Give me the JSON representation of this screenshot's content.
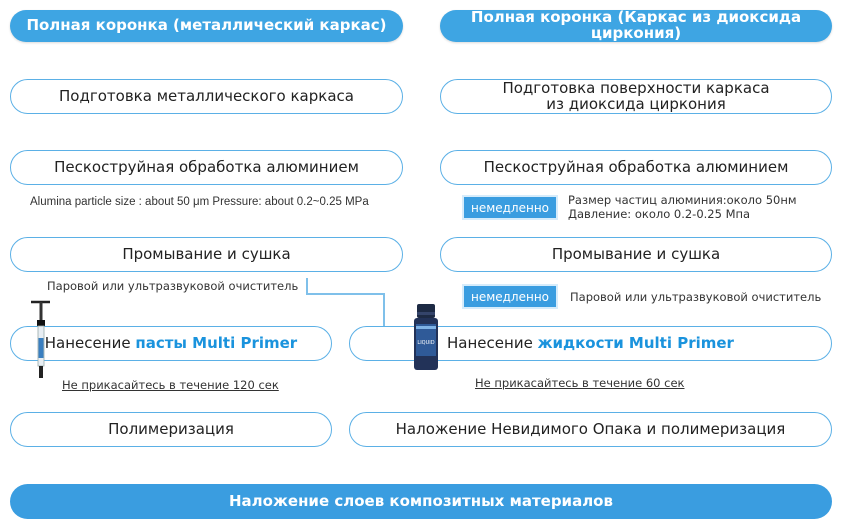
{
  "left": {
    "header": "Полная коронка (металлический каркас)",
    "steps": {
      "prep": "Подготовка металлического каркаса",
      "blast": "Пескоструйная обработка алюминием",
      "wash": "Промывание и сушка",
      "apply_prefix": "Нанесение ",
      "apply_highlight": "пасты Multi Primer",
      "cure": "Полимеризация"
    },
    "notes": {
      "blast": "Alumina particle size : about 50 μm Pressure: about 0.2~0.25 MPa",
      "wash": "Паровой или ультразвуковой очиститель",
      "apply": "Не прикасайтесь в течение 120 сек"
    }
  },
  "right": {
    "header": "Полная коронка (Каркас из диоксида циркония)",
    "steps": {
      "prep_line1": "Подготовка поверхности каркаса",
      "prep_line2": "из диоксида циркония",
      "blast": "Пескоструйная обработка алюминием",
      "wash": "Промывание и сушка",
      "apply_prefix": "Нанесение ",
      "apply_highlight": "жидкости Multi Primer",
      "cure": "Наложение Невидимого Опака и полимеризация"
    },
    "badges": {
      "blast": "немедленно",
      "wash": "немедленно"
    },
    "notes": {
      "blast_line1": "Размер частиц алюминия:около 50нм",
      "blast_line2": "Давление: около 0.2-0.25 Мпа",
      "wash": "Паровой или ультразвуковой очиститель",
      "apply": "Не прикасайтесь в течение 60 сек"
    }
  },
  "footer": "Наложение слоев композитных материалов",
  "product_label": "LIQUID",
  "colors": {
    "header_blue": "#3ea5e3",
    "border_blue": "#5bb0e6",
    "highlight_blue": "#1a93dd",
    "connector": "#7fc0ea"
  }
}
